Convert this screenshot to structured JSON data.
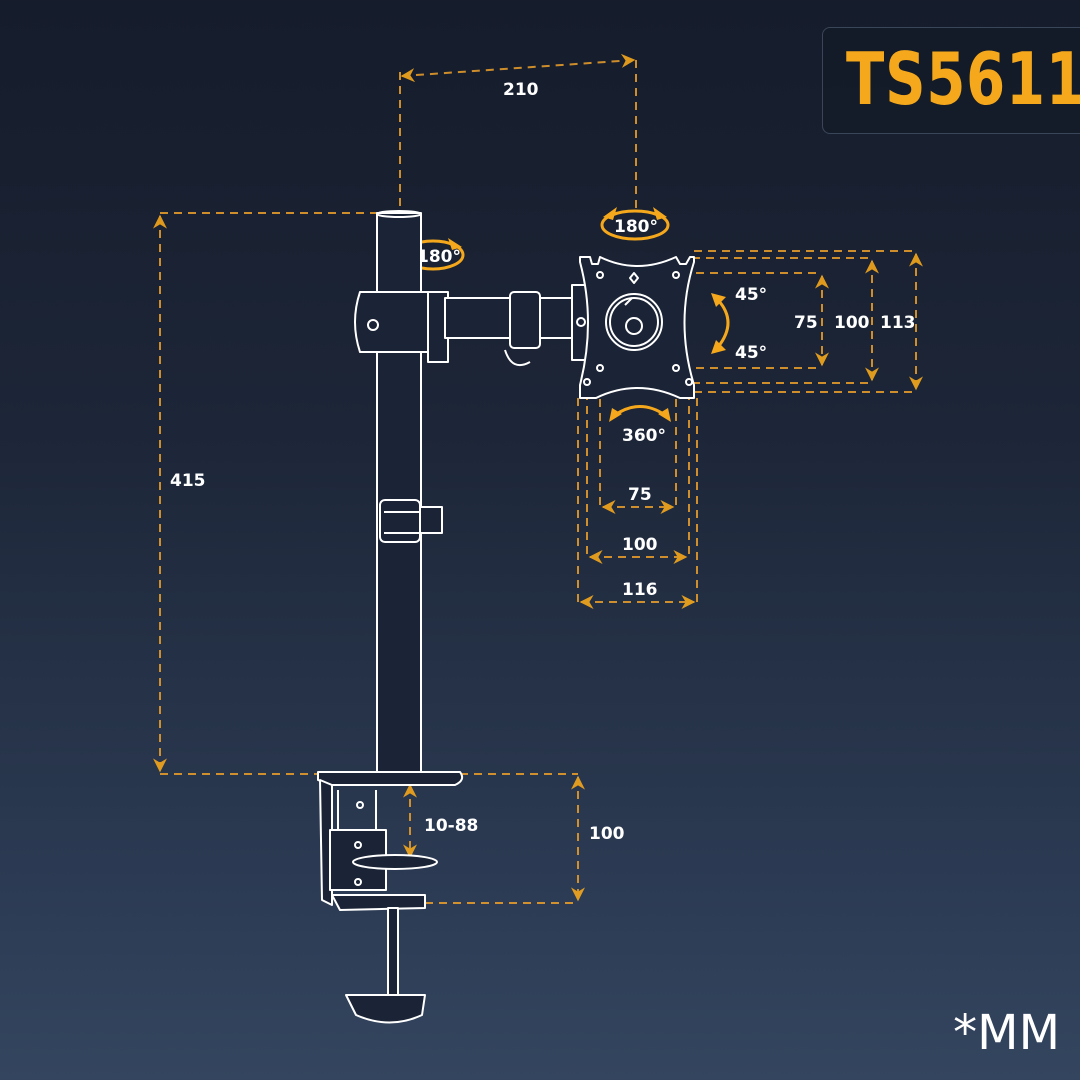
{
  "model": {
    "name": "TS5611"
  },
  "unit": "*MM",
  "colors": {
    "accent": "#f5a81c",
    "line": "#ffffff",
    "background": "#1d2638"
  },
  "dimensions": {
    "arm_reach": "210",
    "pole_height": "415",
    "pole_swivel": "180°",
    "head_swivel": "180°",
    "tilt_up": "45°",
    "tilt_down": "45°",
    "rotation": "360°",
    "vesa_height_small": "75",
    "vesa_height_large": "100",
    "plate_height": "113",
    "vesa_width_small": "75",
    "vesa_width_large": "100",
    "plate_width": "116",
    "desk_thickness": "10-88",
    "clamp_height": "100"
  }
}
